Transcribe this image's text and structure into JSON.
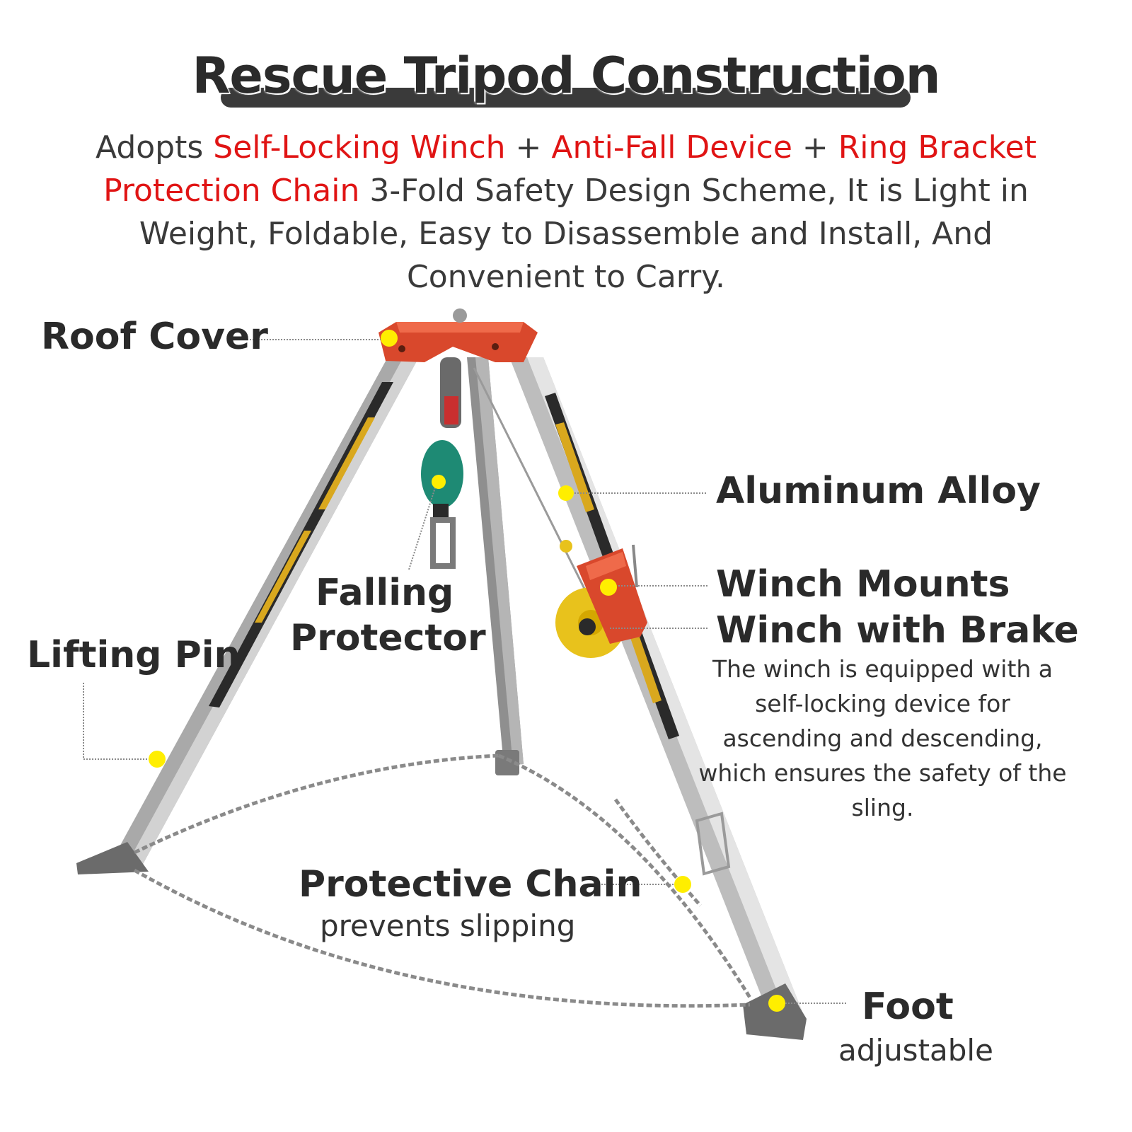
{
  "title": "Rescue Tripod Construction",
  "intro": {
    "t1": "Adopts ",
    "h1": "Self-Locking Winch",
    "t2": " + ",
    "h2": "Anti-Fall Device",
    "t3": " + ",
    "h3": "Ring Bracket Protection Chain",
    "t4": " 3-Fold Safety Design Scheme, It is Light in Weight, Foldable, Easy to Disassemble and Install, And Convenient to Carry."
  },
  "labels": {
    "roof_cover": "Roof Cover",
    "aluminum_alloy": "Aluminum Alloy",
    "falling_protector_1": "Falling",
    "falling_protector_2": "Protector",
    "winch_mounts": "Winch Mounts",
    "winch_brake": "Winch with Brake",
    "winch_desc": "The winch is equipped with a self-locking device for ascending and descending, which ensures the safety of the sling.",
    "lifting_pin": "Lifting Pin",
    "protective_chain": "Protective Chain",
    "protective_chain_sub": "prevents slipping",
    "foot": "Foot",
    "foot_sub": "adjustable"
  },
  "colors": {
    "highlight_red": "#e01414",
    "roof_red": "#d9482c",
    "marker_yellow": "#ffee00",
    "aluminum": "#c9c9c9",
    "falling_protector_green": "#1e8a74",
    "winch_yellow": "#e8c21c"
  }
}
